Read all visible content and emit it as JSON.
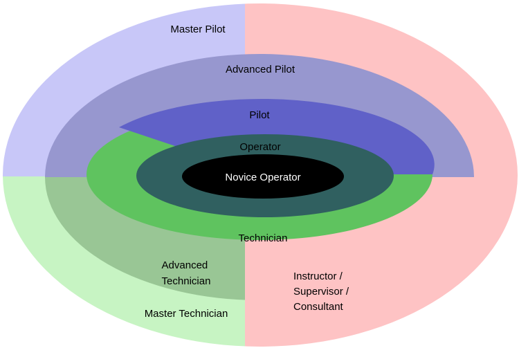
{
  "diagram": {
    "labels": {
      "master_pilot": "Master Pilot",
      "advanced_pilot": "Advanced Pilot",
      "pilot": "Pilot",
      "operator": "Operator",
      "novice_operator": "Novice Operator",
      "technician": "Technician",
      "advanced_technician": [
        "Advanced",
        "Technician"
      ],
      "instructor": [
        "Instructor /",
        "Supervisor /",
        "Consultant"
      ],
      "master_technician": "Master Technician"
    },
    "colors": {
      "master_pilot": "#c8c7f8",
      "master_technician": "#c7f4c3",
      "instructor": "#fec3c4",
      "advanced_pilot": "#9797cf",
      "advanced_technician": "#99c695",
      "pilot": "#6061c8",
      "technician": "#5fc35f",
      "operator": "#306060",
      "novice_operator": "#000000"
    }
  }
}
